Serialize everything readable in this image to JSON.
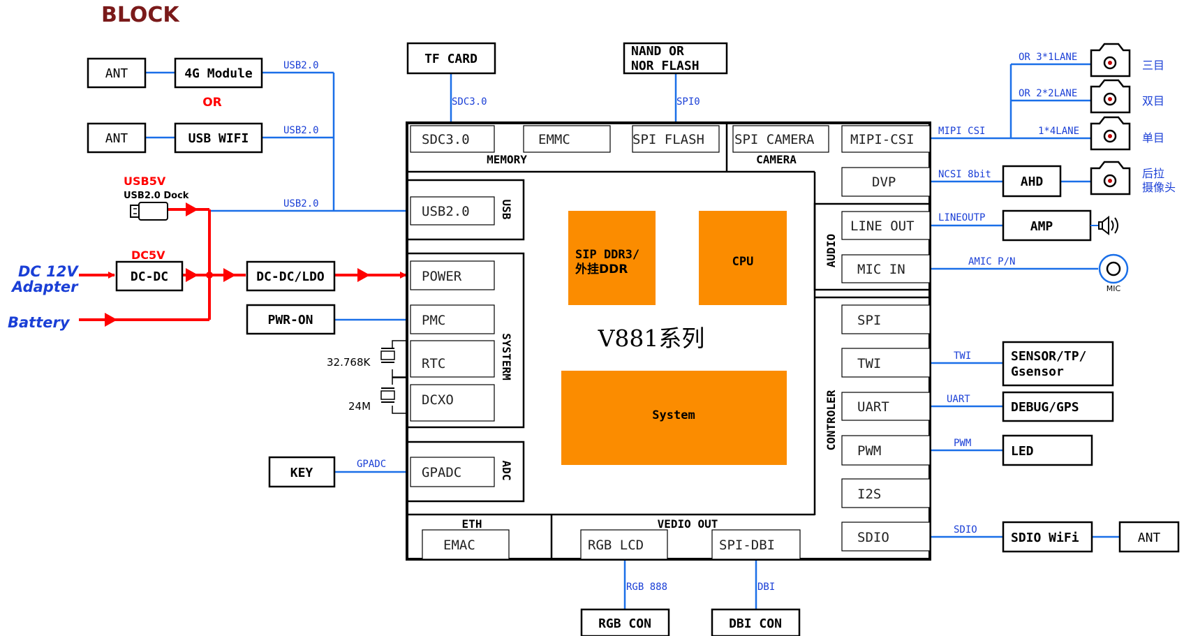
{
  "title": "BLOCK",
  "chip": {
    "name": "V881系列",
    "blocks": {
      "ddr": "SIP DDR3/\n外挂DDR",
      "cpu": "CPU",
      "system": "System"
    },
    "groups": {
      "memory": "MEMORY",
      "camera": "CAMERA",
      "usb": "USB",
      "systerm": "SYSTERM",
      "adc": "ADC",
      "audio": "AUDIO",
      "controler": "CONTROLER",
      "eth": "ETH",
      "video_out": "VEDIO OUT"
    },
    "ports": {
      "sdc": "SDC3.0",
      "emmc": "EMMC",
      "spi_flash": "SPI FLASH",
      "spi_camera": "SPI CAMERA",
      "mipi_csi": "MIPI-CSI",
      "dvp": "DVP",
      "line_out": "LINE OUT",
      "mic_in": "MIC IN",
      "usb20": "USB2.0",
      "power": "POWER",
      "pmc": "PMC",
      "rtc": "RTC",
      "dcxo": "DCXO",
      "gpadc": "GPADC",
      "spi": "SPI",
      "twi": "TWI",
      "uart": "UART",
      "pwm": "PWM",
      "i2s": "I2S",
      "sdio": "SDIO",
      "emac": "EMAC",
      "rgb_lcd": "RGB LCD",
      "spi_dbi": "SPI-DBI"
    }
  },
  "external": {
    "ant1": "ANT",
    "module_4g": "4G Module",
    "or_text": "OR",
    "ant2": "ANT",
    "usb_wifi": "USB WIFI",
    "usb5v": "USB5V",
    "usb_dock": "USB2.0 Dock",
    "dc5v": "DC5V",
    "dc12v_line1": "DC 12V",
    "dc12v_line2": "Adapter",
    "battery": "Battery",
    "dcdc": "DC-DC",
    "dcdc_ldo": "DC-DC/LDO",
    "pwr_on": "PWR-ON",
    "xtal_32k": "32.768K",
    "xtal_24m": "24M",
    "key": "KEY",
    "tf_card": "TF CARD",
    "nand_line1": "NAND OR",
    "nand_line2": "NOR FLASH",
    "ahd": "AHD",
    "amp": "AMP",
    "mic": "MIC",
    "sensor_line1": "SENSOR/TP/",
    "sensor_line2": "Gsensor",
    "debug_gps": "DEBUG/GPS",
    "led": "LED",
    "sdio_wifi": "SDIO WiFi",
    "ant3": "ANT",
    "rgb_con": "RGB CON",
    "dbi_con": "DBI CON",
    "cam_three": "三目",
    "cam_dual": "双目",
    "cam_single": "单目",
    "cam_rear_line1": "后拉",
    "cam_rear_line2": "摄像头"
  },
  "signals": {
    "usb_a": "USB2.0",
    "usb_b": "USB2.0",
    "usb_c": "USB2.0",
    "sdc": "SDC3.0",
    "spi0": "SPI0",
    "lane3": "OR 3*1LANE",
    "lane2": "OR 2*2LANE",
    "lane1": "1*4LANE",
    "mipi_csi": "MIPI CSI",
    "ncsi": "NCSI 8bit",
    "lineoutp": "LINEOUTP",
    "amic": "AMIC P/N",
    "twi": "TWI",
    "uart": "UART",
    "pwm": "PWM",
    "sdio": "SDIO",
    "gpadc": "GPADC",
    "rgb888": "RGB 888",
    "dbi": "DBI"
  },
  "colors": {
    "line": "#1a6fe8",
    "label": "#1a3fd6",
    "power": "#ff0000",
    "block": "#fb8c00",
    "title": "#7a1a1a"
  }
}
